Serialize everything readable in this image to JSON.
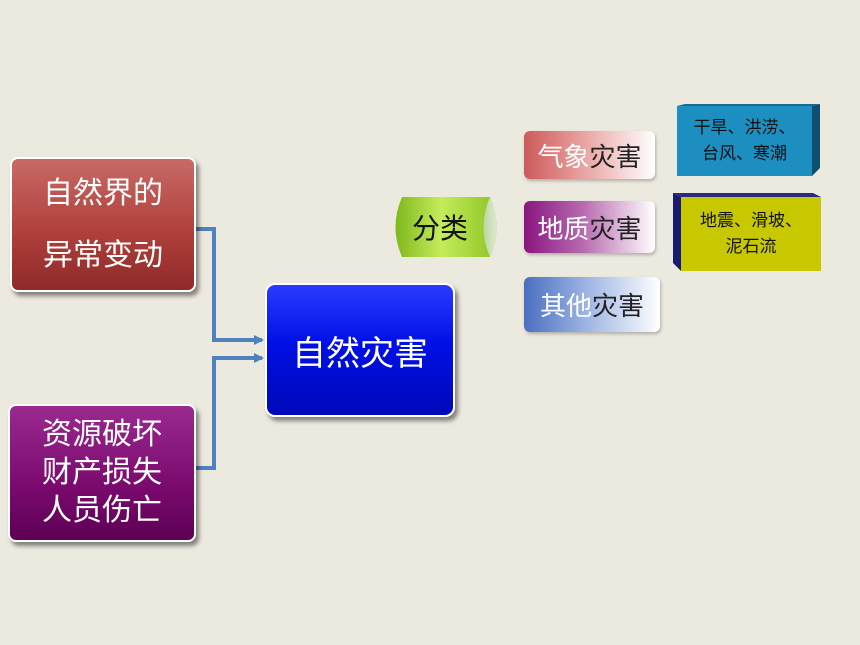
{
  "causes": {
    "abnormal": {
      "line1": "自然界的",
      "line2": "异常变动"
    },
    "resource": {
      "line1": "资源破坏",
      "line2": "财产损失",
      "line3": "人员伤亡"
    }
  },
  "center": {
    "label": "自然灾害"
  },
  "classify": {
    "label": "分类"
  },
  "types": {
    "weather": {
      "prefix": "气象",
      "suffix": "灾害"
    },
    "geology": {
      "prefix": "地质",
      "suffix": "灾害"
    },
    "other": {
      "prefix": "其他",
      "suffix": "灾害"
    }
  },
  "examples": {
    "weather": {
      "line1": "干旱、洪涝、",
      "line2": "台风、寒潮"
    },
    "geology": {
      "line1": "地震、滑坡、",
      "line2": "泥石流"
    }
  },
  "colors": {
    "background": "#ece9df",
    "arrow": "#4f81bd",
    "abnormal_box": "#b0403c",
    "resource_box": "#7a0a6e",
    "center_box": "#0010e6",
    "classify_drum": "#9acd32",
    "weather_example_box": "#1c8fc0",
    "geology_example_box": "#c8c800"
  }
}
